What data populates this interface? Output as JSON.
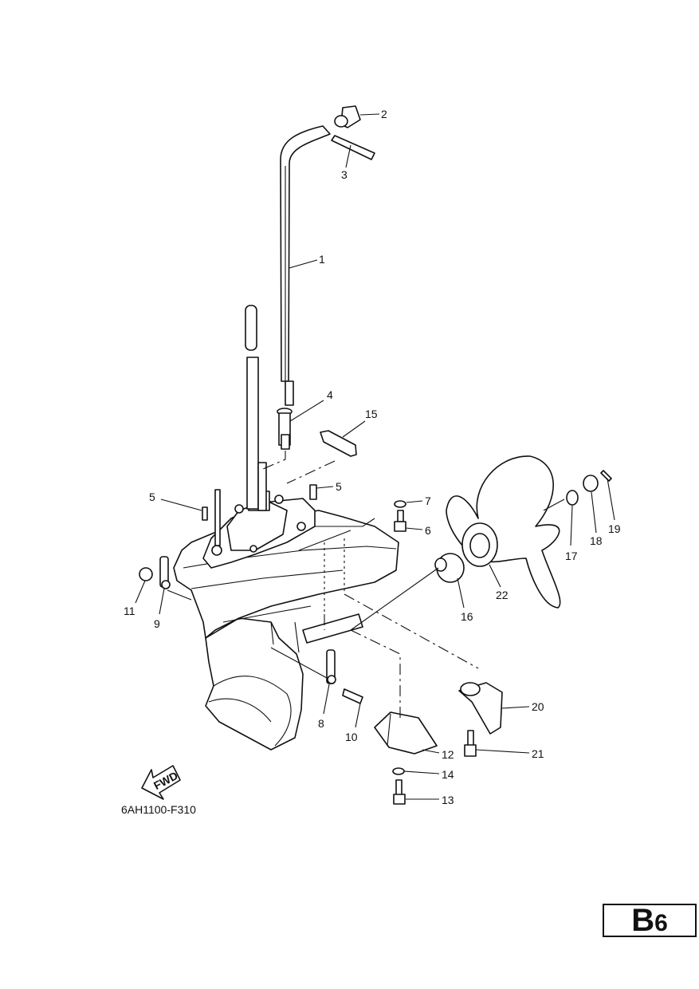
{
  "figure": {
    "code": "6AH1100-F310",
    "fwd_label": "FWD",
    "page_ref": {
      "letter": "B",
      "number": "6"
    }
  },
  "callouts": [
    {
      "id": "1",
      "label": "1"
    },
    {
      "id": "2",
      "label": "2"
    },
    {
      "id": "3",
      "label": "3"
    },
    {
      "id": "4",
      "label": "4"
    },
    {
      "id": "5a",
      "label": "5"
    },
    {
      "id": "5b",
      "label": "5"
    },
    {
      "id": "6",
      "label": "6"
    },
    {
      "id": "7",
      "label": "7"
    },
    {
      "id": "8",
      "label": "8"
    },
    {
      "id": "9",
      "label": "9"
    },
    {
      "id": "10",
      "label": "10"
    },
    {
      "id": "11",
      "label": "11"
    },
    {
      "id": "12",
      "label": "12"
    },
    {
      "id": "13",
      "label": "13"
    },
    {
      "id": "14",
      "label": "14"
    },
    {
      "id": "15",
      "label": "15"
    },
    {
      "id": "16",
      "label": "16"
    },
    {
      "id": "17",
      "label": "17"
    },
    {
      "id": "18",
      "label": "18"
    },
    {
      "id": "19",
      "label": "19"
    },
    {
      "id": "20",
      "label": "20"
    },
    {
      "id": "21",
      "label": "21"
    },
    {
      "id": "22",
      "label": "22"
    }
  ]
}
